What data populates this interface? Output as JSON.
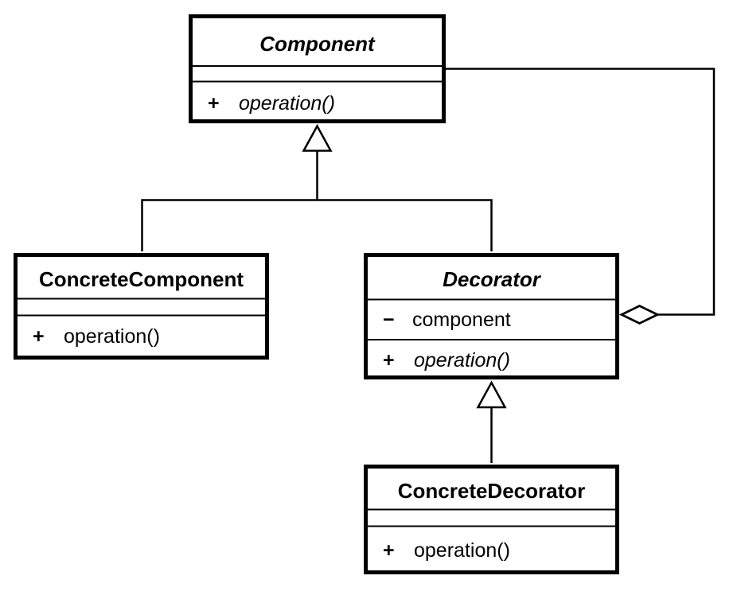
{
  "diagram": {
    "kind": "uml-class-diagram",
    "pattern": "Decorator",
    "colors": {
      "stroke": "#000000",
      "fill": "#ffffff",
      "background": "#ffffff",
      "text": "#000000"
    },
    "classes": {
      "component": {
        "name": "Component",
        "abstract": true,
        "attributes": [],
        "methods": [
          {
            "visibility": "+",
            "signature": "operation()",
            "abstract": true
          }
        ]
      },
      "concrete_component": {
        "name": "ConcreteComponent",
        "abstract": false,
        "attributes": [],
        "methods": [
          {
            "visibility": "+",
            "signature": "operation()",
            "abstract": false
          }
        ]
      },
      "decorator": {
        "name": "Decorator",
        "abstract": true,
        "attributes": [
          {
            "visibility": "−",
            "name": "component"
          }
        ],
        "methods": [
          {
            "visibility": "+",
            "signature": "operation()",
            "abstract": true
          }
        ]
      },
      "concrete_decorator": {
        "name": "ConcreteDecorator",
        "abstract": false,
        "attributes": [],
        "methods": [
          {
            "visibility": "+",
            "signature": "operation()",
            "abstract": false
          }
        ]
      }
    },
    "relations": [
      {
        "type": "generalization",
        "from": "ConcreteComponent",
        "to": "Component"
      },
      {
        "type": "generalization",
        "from": "Decorator",
        "to": "Component"
      },
      {
        "type": "generalization",
        "from": "ConcreteDecorator",
        "to": "Decorator"
      },
      {
        "type": "aggregation",
        "from": "Decorator",
        "to": "Component"
      }
    ]
  }
}
